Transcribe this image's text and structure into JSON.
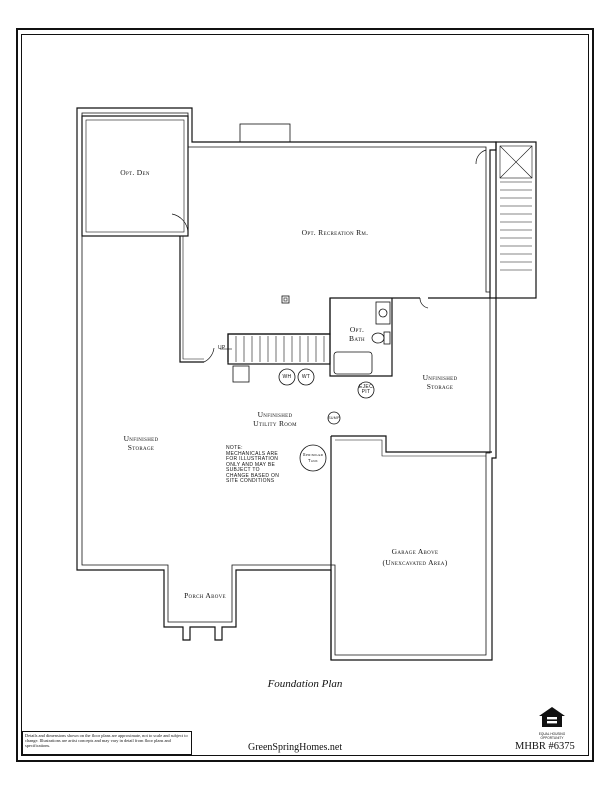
{
  "rooms": {
    "den": "Opt. Den",
    "recreation": "Opt. Recreation Rm.",
    "bath_line1": "Opt.",
    "bath_line2": "Bath",
    "storage_right_line1": "Unfinished",
    "storage_right_line2": "Storage",
    "utility_line1": "Unfinished",
    "utility_line2": "Utility Room",
    "storage_left_line1": "Unfinished",
    "storage_left_line2": "Storage",
    "garage_line1": "Garage Above",
    "garage_line2": "(Unexcavated Area)",
    "porch": "Porch Above"
  },
  "fixtures": {
    "up": "UP",
    "water_heater": "WH",
    "water_treatment": "WT",
    "sump": "SUMP",
    "ejector_line1": "EJEC",
    "ejector_line2": "PIT",
    "sprinkler_line1": "Sprinkler",
    "sprinkler_line2": "Tank"
  },
  "note": {
    "line1": "NOTE:",
    "line2": "MECHANICALS ARE",
    "line3": "FOR ILLUSTRATION",
    "line4": "ONLY AND MAY BE",
    "line5": "SUBJECT TO",
    "line6": "CHANGE BASED ON",
    "line7": "SITE CONDITIONS"
  },
  "title": "Foundation Plan",
  "disclaimer": "Details and dimensions shown on the floor plans are approximate, not to scale and subject to change. Illustrations are artist concepts and may vary in detail from floor plans and specifications.",
  "website": "GreenSpringHomes.net",
  "model": "MHBR #6375",
  "logo_text": "EQUAL HOUSING OPPORTUNITY"
}
